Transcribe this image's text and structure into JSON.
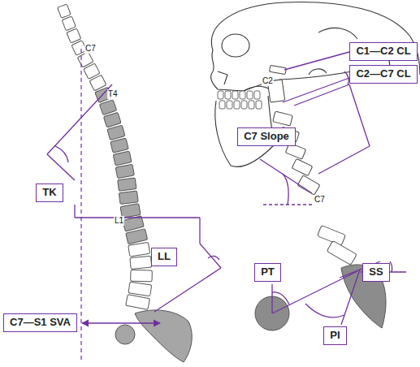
{
  "diagram": {
    "nodes": [
      {
        "text": [
          "C1—C2 CL"
        ]
      },
      {
        "text": [
          "C2—C7 CL"
        ]
      },
      {
        "text": [
          "C7 Slope"
        ]
      },
      {
        "text": [
          "TK"
        ]
      },
      {
        "text": [
          "LL"
        ]
      },
      {
        "text": [
          "PT"
        ]
      },
      {
        "text": [
          "SS"
        ]
      },
      {
        "text": [
          "C7—S1 SVA"
        ]
      },
      {
        "text": [
          "PI"
        ]
      }
    ],
    "labels": [
      "C7",
      "T4",
      "L1",
      "C2",
      "C7"
    ]
  }
}
